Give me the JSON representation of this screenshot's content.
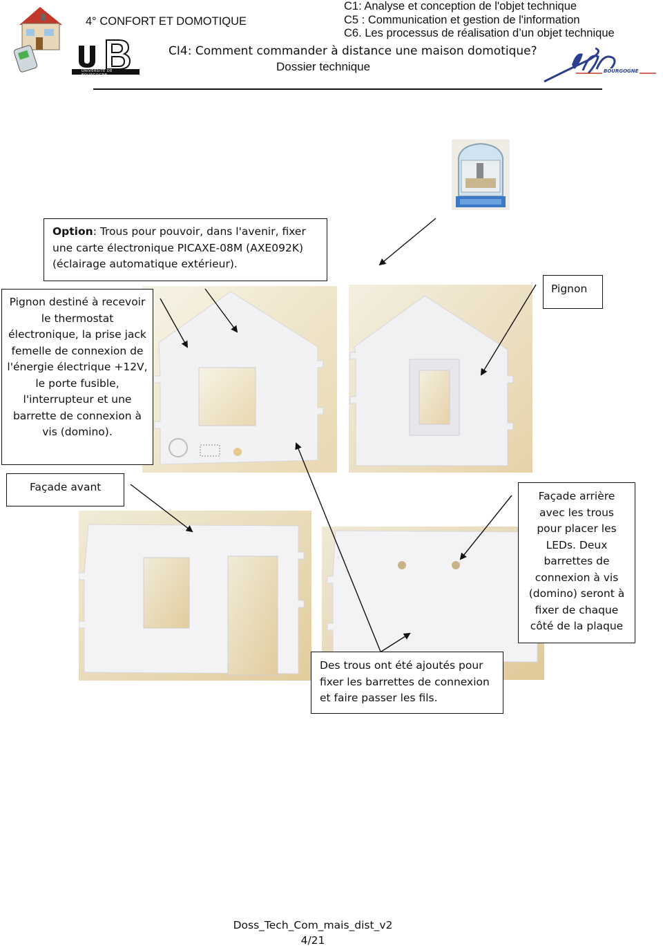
{
  "header": {
    "class_title": "4° CONFORT ET DOMOTIQUE",
    "competences": [
      "C1: Analyse et conception de l'objet technique",
      "C5 : Communication et gestion de l'information",
      "C6. Les processus de réalisation d’un objet technique"
    ],
    "ci_question": "CI4: Comment commander à distance une maison domotique?",
    "doc_type": "Dossier technique",
    "ub_logo_text": "UNIVERSITE DE BOURGOGNE",
    "iufm_logo_text": "BOURGOGNE"
  },
  "annotations": {
    "option_label": "Option",
    "option_text": ": Trous pour pouvoir, dans l'avenir, fixer une carte électronique PICAXE-08M (AXE092K) (éclairage automatique extérieur).",
    "pignon_front": "Pignon destiné à recevoir le thermostat électronique, la prise jack femelle de connexion de l'énergie électrique  +12V, le porte fusible, l'interrupteur et une barrette de connexion à vis  (domino).",
    "pignon": "Pignon",
    "facade_avant": "Façade avant",
    "facade_arriere": "Façade arrière avec les trous pour placer les LEDs. Deux barrettes de connexion à vis (domino) seront à fixer de chaque côté de la plaque",
    "trous_ajoutes": "Des trous ont été ajoutés pour fixer les barrettes de connexion et faire passer les fils."
  },
  "footer": {
    "filename": "Doss_Tech_Com_mais_dist_v2",
    "page": "4/21"
  }
}
